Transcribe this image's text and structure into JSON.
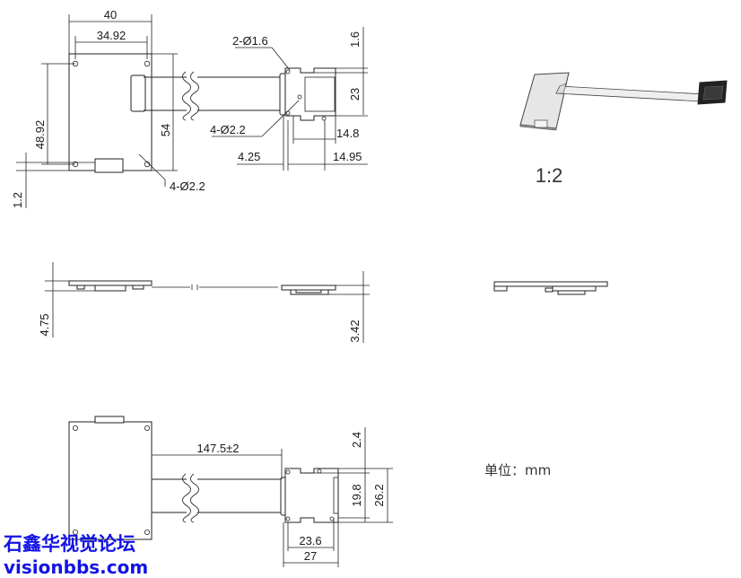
{
  "top_view": {
    "dim_width": "40",
    "dim_hole_spacing_x": "34.92",
    "dim_hole_spacing_y": "48.92",
    "dim_height": "54",
    "dim_edge_offset": "1.2",
    "callout_pcb_holes": "4-Ø2.2",
    "callout_conn_small_holes": "2-Ø1.6",
    "callout_conn_holes": "4-Ø2.2",
    "dim_conn_top": "1.6",
    "dim_conn_height": "23",
    "dim_conn_width": "14.8",
    "dim_conn_offset": "4.25",
    "dim_conn_total": "14.95"
  },
  "side_view": {
    "dim_left_thickness": "4.75",
    "dim_right_thickness": "3.42"
  },
  "bottom_view": {
    "dim_cable_length": "147.5±2",
    "dim_conn_top": "2.4",
    "dim_conn_inner": "19.8",
    "dim_conn_outer": "26.2",
    "dim_conn_width_inner": "23.6",
    "dim_conn_width_outer": "27"
  },
  "scale_label": "1:2",
  "unit_label": "单位：mm",
  "watermark": {
    "line1": "石鑫华视觉论坛",
    "line2": "visionbbs.com",
    "color": "#1313e6"
  }
}
